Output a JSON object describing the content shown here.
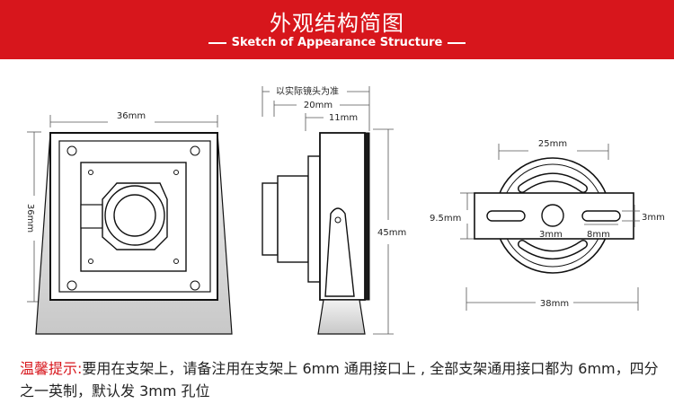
{
  "banner": {
    "title": "外观结构简图",
    "subtitle": "Sketch of Appearance Structure",
    "color": "#d7161c"
  },
  "front_view": {
    "width_label": "36mm",
    "height_label": "36mm"
  },
  "side_view": {
    "lens_label": "以实际镜头为准",
    "depth_label": "20mm",
    "body_label": "11mm",
    "height_label": "45mm"
  },
  "bracket_view": {
    "hole_span_label": "25mm",
    "width_label": "9.5mm",
    "slot_label": "3mm",
    "center_hole_label": "3mm",
    "side_hole_label": "8mm",
    "outer_label": "38mm"
  },
  "note": {
    "lead": "温馨提示:",
    "text": "要用在支架上，请备注用在支架上 6mm 通用接口上 , 全部支架通用接口都为 6mm，四分之一英制，默认发 3mm 孔位"
  }
}
